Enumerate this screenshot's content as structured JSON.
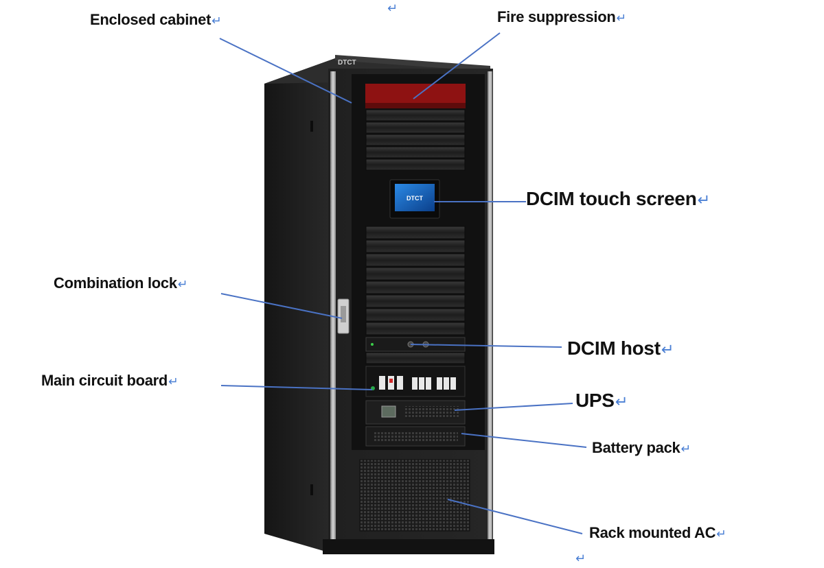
{
  "labels": {
    "enclosed_cabinet": "Enclosed cabinet",
    "fire_suppression": "Fire suppression",
    "dcim_touch_screen": "DCIM touch screen",
    "combination_lock": "Combination lock",
    "dcim_host": "DCIM host",
    "main_circuit_board": "Main circuit board",
    "ups": "UPS",
    "battery_pack": "Battery pack",
    "rack_mounted_ac": "Rack mounted AC"
  },
  "brand": "DTCT",
  "screen_text": "DTCT",
  "return_mark": "↵",
  "colors": {
    "leader_line": "#4a72c4",
    "cabinet_body": "#1c1c1c",
    "fire_panel": "#8e1212",
    "touch_screen": "#1f6fd0",
    "return_mark": "#4a7fd4"
  }
}
